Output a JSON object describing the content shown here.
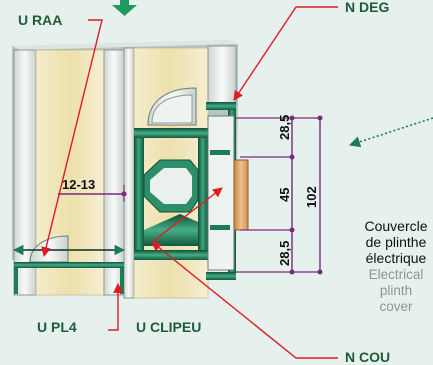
{
  "labels": {
    "top_left": "U RAA",
    "top_right": "N DEG",
    "bottom_left": "U PL4",
    "bottom_mid": "U CLIPEU",
    "bottom_right": "N COU"
  },
  "dimensions": {
    "gap": "12-13",
    "upper": "28,5",
    "middle": "45",
    "lower": "28,5",
    "total": "102"
  },
  "caption": {
    "fr": [
      "Couvercle",
      "de plinthe",
      "électrique"
    ],
    "en": [
      "Electrical",
      "plinth",
      "cover"
    ]
  },
  "colors": {
    "background": "#e6f1ed",
    "label_text": "#1e5c3a",
    "arrow_red": "#e01b24",
    "dimension_line": "#7b2a7a",
    "profile_green": "#1f7a58",
    "insulation": "#efe3b3"
  },
  "icons": {
    "top_arrow": "down-arrow-icon",
    "right_pointer": "dotted-arrow-icon"
  }
}
